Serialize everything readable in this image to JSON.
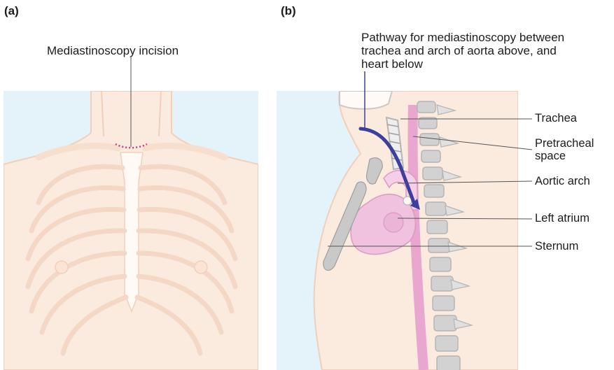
{
  "panel_a": {
    "letter": "(a)",
    "incision_label": "Mediastinoscopy incision"
  },
  "panel_b": {
    "letter": "(b)",
    "pathway_caption": [
      "Pathway for mediastinoscopy between",
      "trachea and arch of aorta above, and",
      "heart below"
    ],
    "labels": {
      "trachea": "Trachea",
      "pretracheal_space": [
        "Pretracheal",
        "space"
      ],
      "aortic_arch": "Aortic arch",
      "left_atrium": "Left atrium",
      "sternum": "Sternum"
    }
  },
  "colors": {
    "background_panel": "#e4f2fa",
    "skin": "#fbebdf",
    "skin_outline": "#f1cfb8",
    "bone_light": "#fffaf5",
    "bone_grey": "#c9c9c9",
    "heart_pink": "#f1c2df",
    "cord_pink": "#e9a6cf",
    "pathway_arrow": "#3d3f9e",
    "incision_dots": "#d6338a",
    "leader_line": "#555555"
  }
}
